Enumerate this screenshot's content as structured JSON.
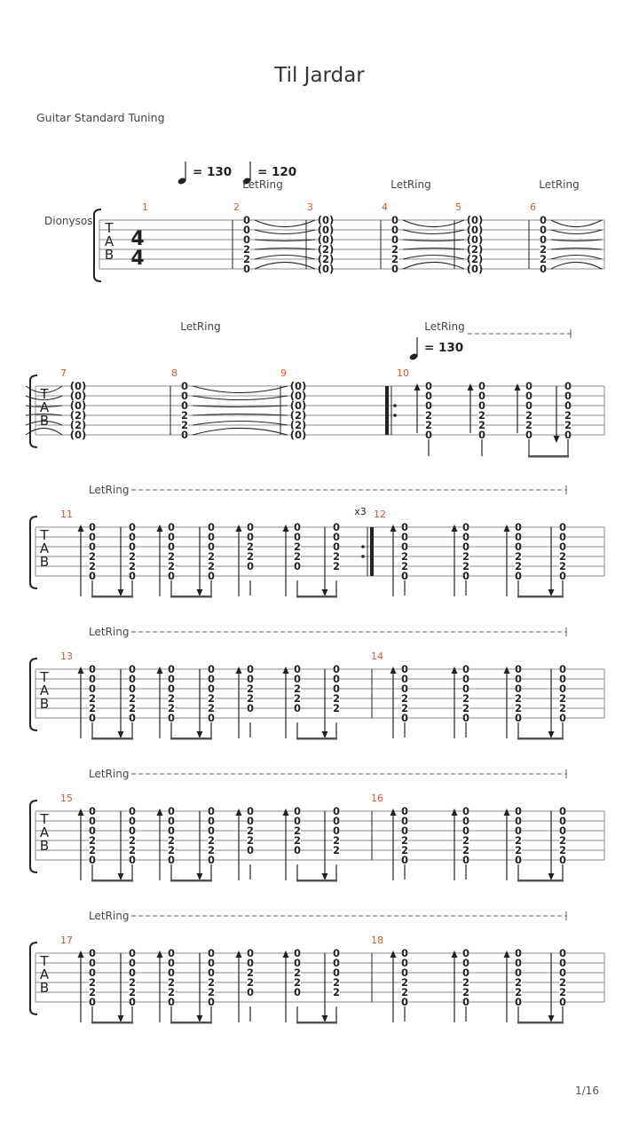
{
  "header": {
    "title": "Til Jardar",
    "tuning": "Guitar Standard Tuning",
    "page_number": "1/16"
  },
  "score": {
    "track_name": "Dionysos",
    "clef_letters": [
      "T",
      "A",
      "B"
    ],
    "time_signature": {
      "top": "4",
      "bottom": "4"
    },
    "tempo_marks": [
      {
        "label": "= 130",
        "system": 0
      },
      {
        "label": "= 120",
        "system": 0
      },
      {
        "label": "= 130",
        "system": 1
      }
    ],
    "let_ring_label": "LetRing",
    "repeat_count": "x3",
    "systems": [
      {
        "measures": [
          "1",
          "2",
          "3",
          "4",
          "5",
          "6"
        ],
        "let_ring_marks": [
          "LetRing",
          "LetRing",
          "LetRing"
        ],
        "chord_columns": [
          {
            "frets": [
              "0",
              "0",
              "0",
              "2",
              "2",
              "0"
            ]
          },
          {
            "frets": [
              "(0)",
              "(0)",
              "(0)",
              "(2)",
              "(2)",
              "(0)"
            ]
          },
          {
            "frets": [
              "0",
              "0",
              "0",
              "2",
              "2",
              "0"
            ]
          },
          {
            "frets": [
              "(0)",
              "(0)",
              "(0)",
              "(2)",
              "(2)",
              "(0)"
            ]
          },
          {
            "frets": [
              "0",
              "0",
              "0",
              "2",
              "2",
              "0"
            ]
          }
        ]
      },
      {
        "measures": [
          "7",
          "8",
          "9",
          "10"
        ],
        "let_ring_marks": [
          "LetRing",
          "LetRing"
        ],
        "chord_columns": [
          {
            "frets": [
              "(0)",
              "(0)",
              "(0)",
              "(2)",
              "(2)",
              "(0)"
            ]
          },
          {
            "frets": [
              "0",
              "0",
              "0",
              "2",
              "2",
              "0"
            ]
          },
          {
            "frets": [
              "(0)",
              "(0)",
              "(0)",
              "(2)",
              "(2)",
              "(0)"
            ]
          },
          {
            "frets": [
              "0",
              "0",
              "0",
              "2",
              "2",
              "0"
            ]
          },
          {
            "frets": [
              "0",
              "0",
              "0",
              "2",
              "2",
              "0"
            ]
          },
          {
            "frets": [
              "0",
              "0",
              "0",
              "2",
              "2",
              "0"
            ]
          },
          {
            "frets": [
              "0",
              "0",
              "0",
              "2",
              "2",
              "0"
            ]
          }
        ]
      },
      {
        "measures": [
          "11",
          "12"
        ]
      },
      {
        "measures": [
          "13",
          "14"
        ]
      },
      {
        "measures": [
          "15",
          "16"
        ]
      },
      {
        "measures": [
          "17",
          "18"
        ]
      }
    ],
    "strum_pattern": {
      "bar_a": [
        {
          "frets": [
            "0",
            "0",
            "0",
            "2",
            "2",
            "0"
          ],
          "dir": "up"
        },
        {
          "frets": [
            "0",
            "0",
            "0",
            "2",
            "2",
            "0"
          ],
          "dir": "down"
        },
        {
          "frets": [
            "0",
            "0",
            "0",
            "2",
            "2",
            "0"
          ],
          "dir": "up"
        },
        {
          "frets": [
            "0",
            "0",
            "0",
            "2",
            "2",
            "0"
          ],
          "dir": "down"
        },
        {
          "frets": [
            "0",
            "0",
            "2",
            "2",
            "0",
            ""
          ],
          "dir": "up"
        },
        {
          "frets": [
            "0",
            "0",
            "2",
            "2",
            "0",
            ""
          ],
          "dir": "up"
        },
        {
          "frets": [
            "0",
            "0",
            "0",
            "2",
            "2",
            ""
          ],
          "dir": "down"
        }
      ],
      "bar_b": [
        {
          "frets": [
            "0",
            "0",
            "0",
            "2",
            "2",
            "0"
          ],
          "dir": "up"
        },
        {
          "frets": [
            "0",
            "0",
            "0",
            "2",
            "2",
            "0"
          ],
          "dir": "up"
        },
        {
          "frets": [
            "0",
            "0",
            "0",
            "2",
            "2",
            "0"
          ],
          "dir": "up"
        },
        {
          "frets": [
            "0",
            "0",
            "0",
            "2",
            "2",
            "0"
          ],
          "dir": "down"
        }
      ]
    }
  }
}
